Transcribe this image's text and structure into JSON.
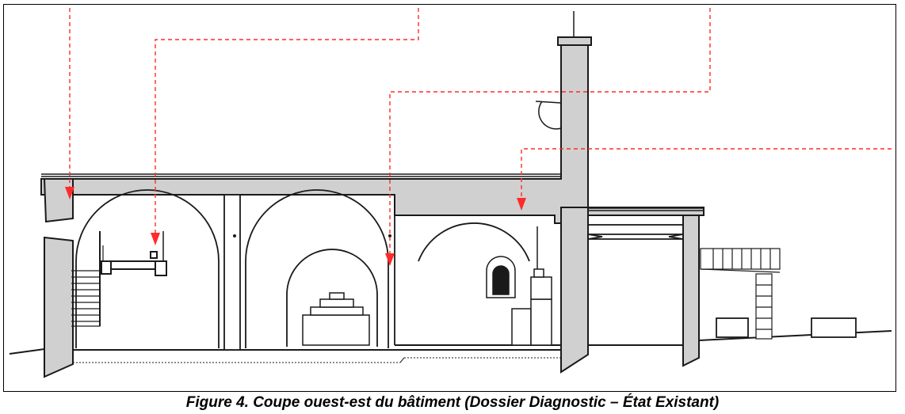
{
  "figure": {
    "caption": "Figure 4. Coupe ouest-est du bâtiment (Dossier Diagnostic – État Existant)"
  },
  "colors": {
    "wall_fill": "#d0d0d0",
    "line": "#1a1a1a",
    "leader_arrow": "#ff2a2a"
  },
  "leaders": {
    "count": 4,
    "style": "dashed",
    "head": "triangle"
  }
}
